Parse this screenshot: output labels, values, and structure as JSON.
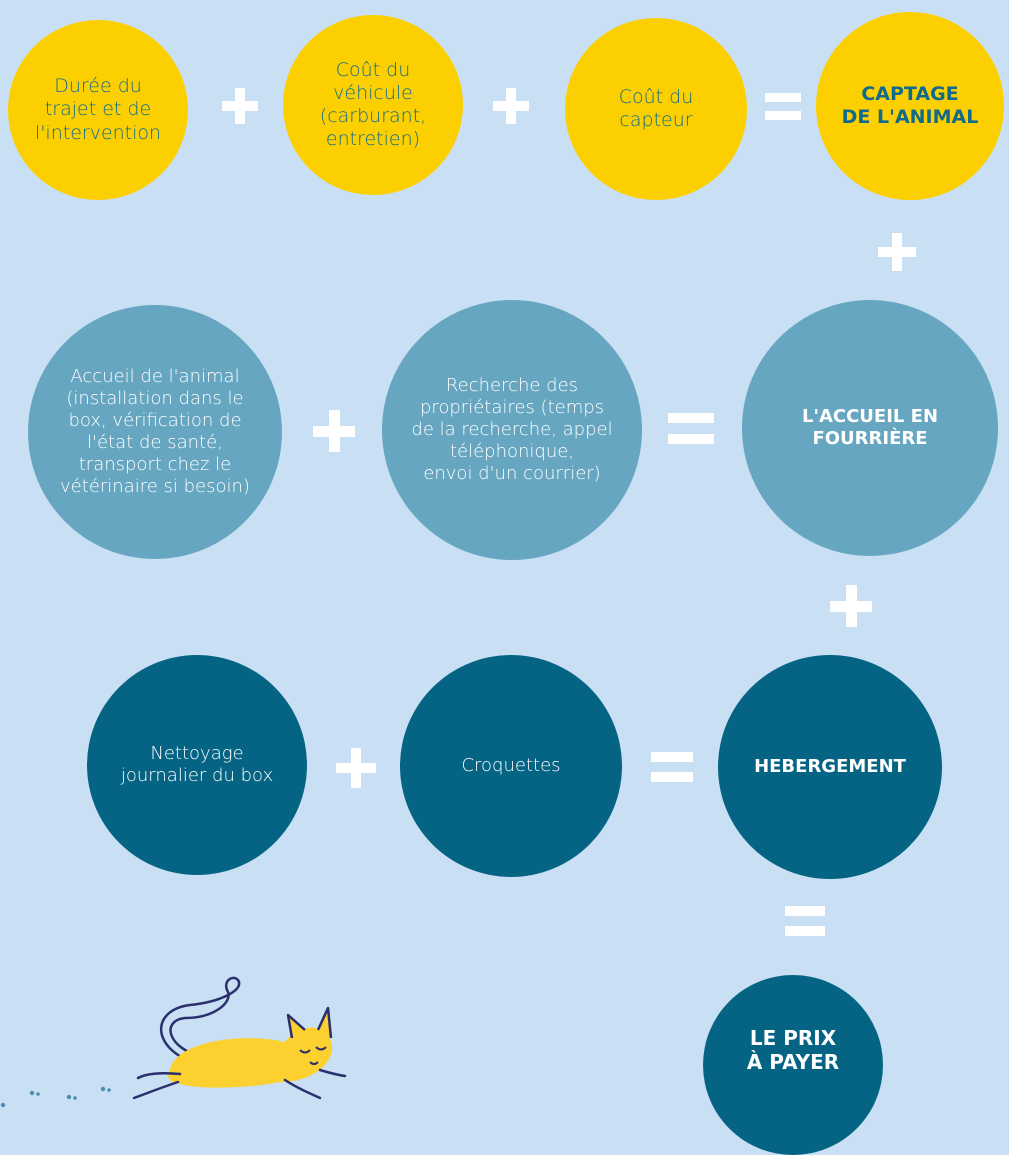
{
  "row1": {
    "c1": "Durée du\ntrajet et de\nl'intervention",
    "c2": "Coût du\nvéhicule\n(carburant,\nentretien)",
    "c3": "Coût du\ncapteur",
    "c4": "CAPTAGE\nDE L'ANIMAL"
  },
  "row2": {
    "c1": "Accueil de l'animal\n(installation dans le\nbox, vérification de\nl'état de santé,\ntransport chez le\nvétérinaire si besoin)",
    "c2": "Recherche des\npropriétaires (temps\nde la recherche, appel\ntéléphonique,\nenvoi d'un courrier)",
    "c3": "L'ACCUEIL EN\nFOURRIÈRE"
  },
  "row3": {
    "c1": "Nettoyage\njournalier du box",
    "c2": "Croquettes",
    "c3": "HEBERGEMENT"
  },
  "final": "LE PRIX\nÀ PAYER",
  "colors": {
    "background": "#c9dff3",
    "yellow": "#fcd000",
    "light_blue": "#66a6c1",
    "dark_blue": "#056484",
    "text_teal": "#0f6a8c",
    "operator": "#ffffff"
  },
  "icons": [
    "plus-icon",
    "equals-icon",
    "sleeping-cat-illustration",
    "paw-prints"
  ]
}
